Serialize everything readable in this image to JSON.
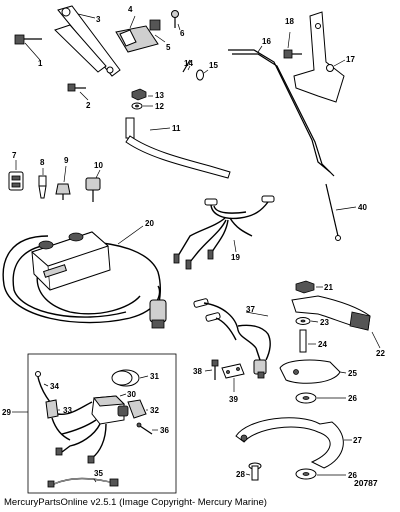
{
  "callouts": [
    "1",
    "2",
    "3",
    "4",
    "5",
    "6",
    "7",
    "8",
    "9",
    "10",
    "11",
    "12",
    "13",
    "14",
    "15",
    "16",
    "17",
    "18",
    "19",
    "20",
    "21",
    "22",
    "23",
    "24",
    "25",
    "26",
    "26",
    "27",
    "28",
    "29",
    "30",
    "31",
    "32",
    "33",
    "34",
    "35",
    "36",
    "37",
    "38",
    "39",
    "40"
  ],
  "figure_ref": "20787",
  "footer": "MercuryPartsOnline v2.5.1 (Image Copyright- Mercury Marine)"
}
